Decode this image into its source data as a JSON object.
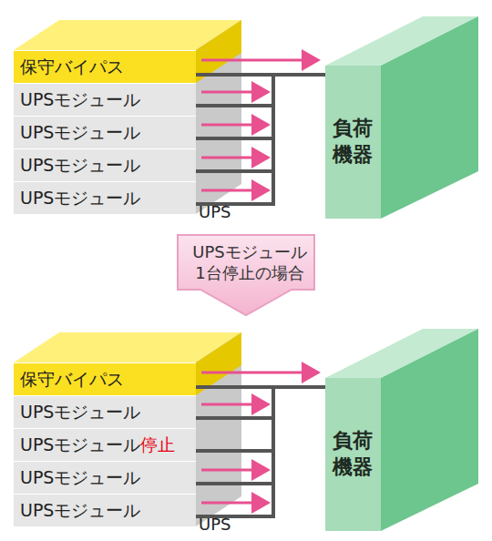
{
  "diagram": {
    "nodes": [
      {
        "text": [
          "保守バイパス"
        ]
      },
      {
        "text": [
          "UPSモジュール"
        ]
      },
      {
        "text": [
          "UPSモジュール"
        ]
      },
      {
        "text": [
          "UPSモジュール"
        ]
      },
      {
        "text": [
          "UPSモジュール"
        ]
      },
      {
        "text": [
          "負荷 機器"
        ]
      },
      {
        "text": [
          "UPSモジュール 1台停止の場合"
        ]
      },
      {
        "text": [
          "保守バイパス"
        ]
      },
      {
        "text": [
          "UPSモジュール"
        ]
      },
      {
        "text": [
          "UPSモジュール",
          "停止"
        ]
      },
      {
        "text": [
          "UPSモジュール"
        ]
      },
      {
        "text": [
          "UPSモジュール"
        ]
      },
      {
        "text": [
          "負荷 機器"
        ]
      }
    ],
    "edges": [
      {
        "from": 0,
        "to": 5,
        "arrow": "to"
      },
      {
        "from": 1,
        "to": 5,
        "arrow": "to"
      },
      {
        "from": 2,
        "to": 5,
        "arrow": "to"
      },
      {
        "from": 3,
        "to": 5,
        "arrow": "to"
      },
      {
        "from": 4,
        "to": 5,
        "arrow": "to"
      },
      {
        "from": 7,
        "to": 12,
        "arrow": "to"
      },
      {
        "from": 8,
        "to": 12,
        "arrow": "to"
      },
      {
        "from": 9,
        "to": 12,
        "arrow": "none"
      },
      {
        "from": 10,
        "to": 12,
        "arrow": "to"
      },
      {
        "from": 11,
        "to": 12,
        "arrow": "to"
      }
    ],
    "labels": [
      "UPS",
      "UPS"
    ]
  }
}
